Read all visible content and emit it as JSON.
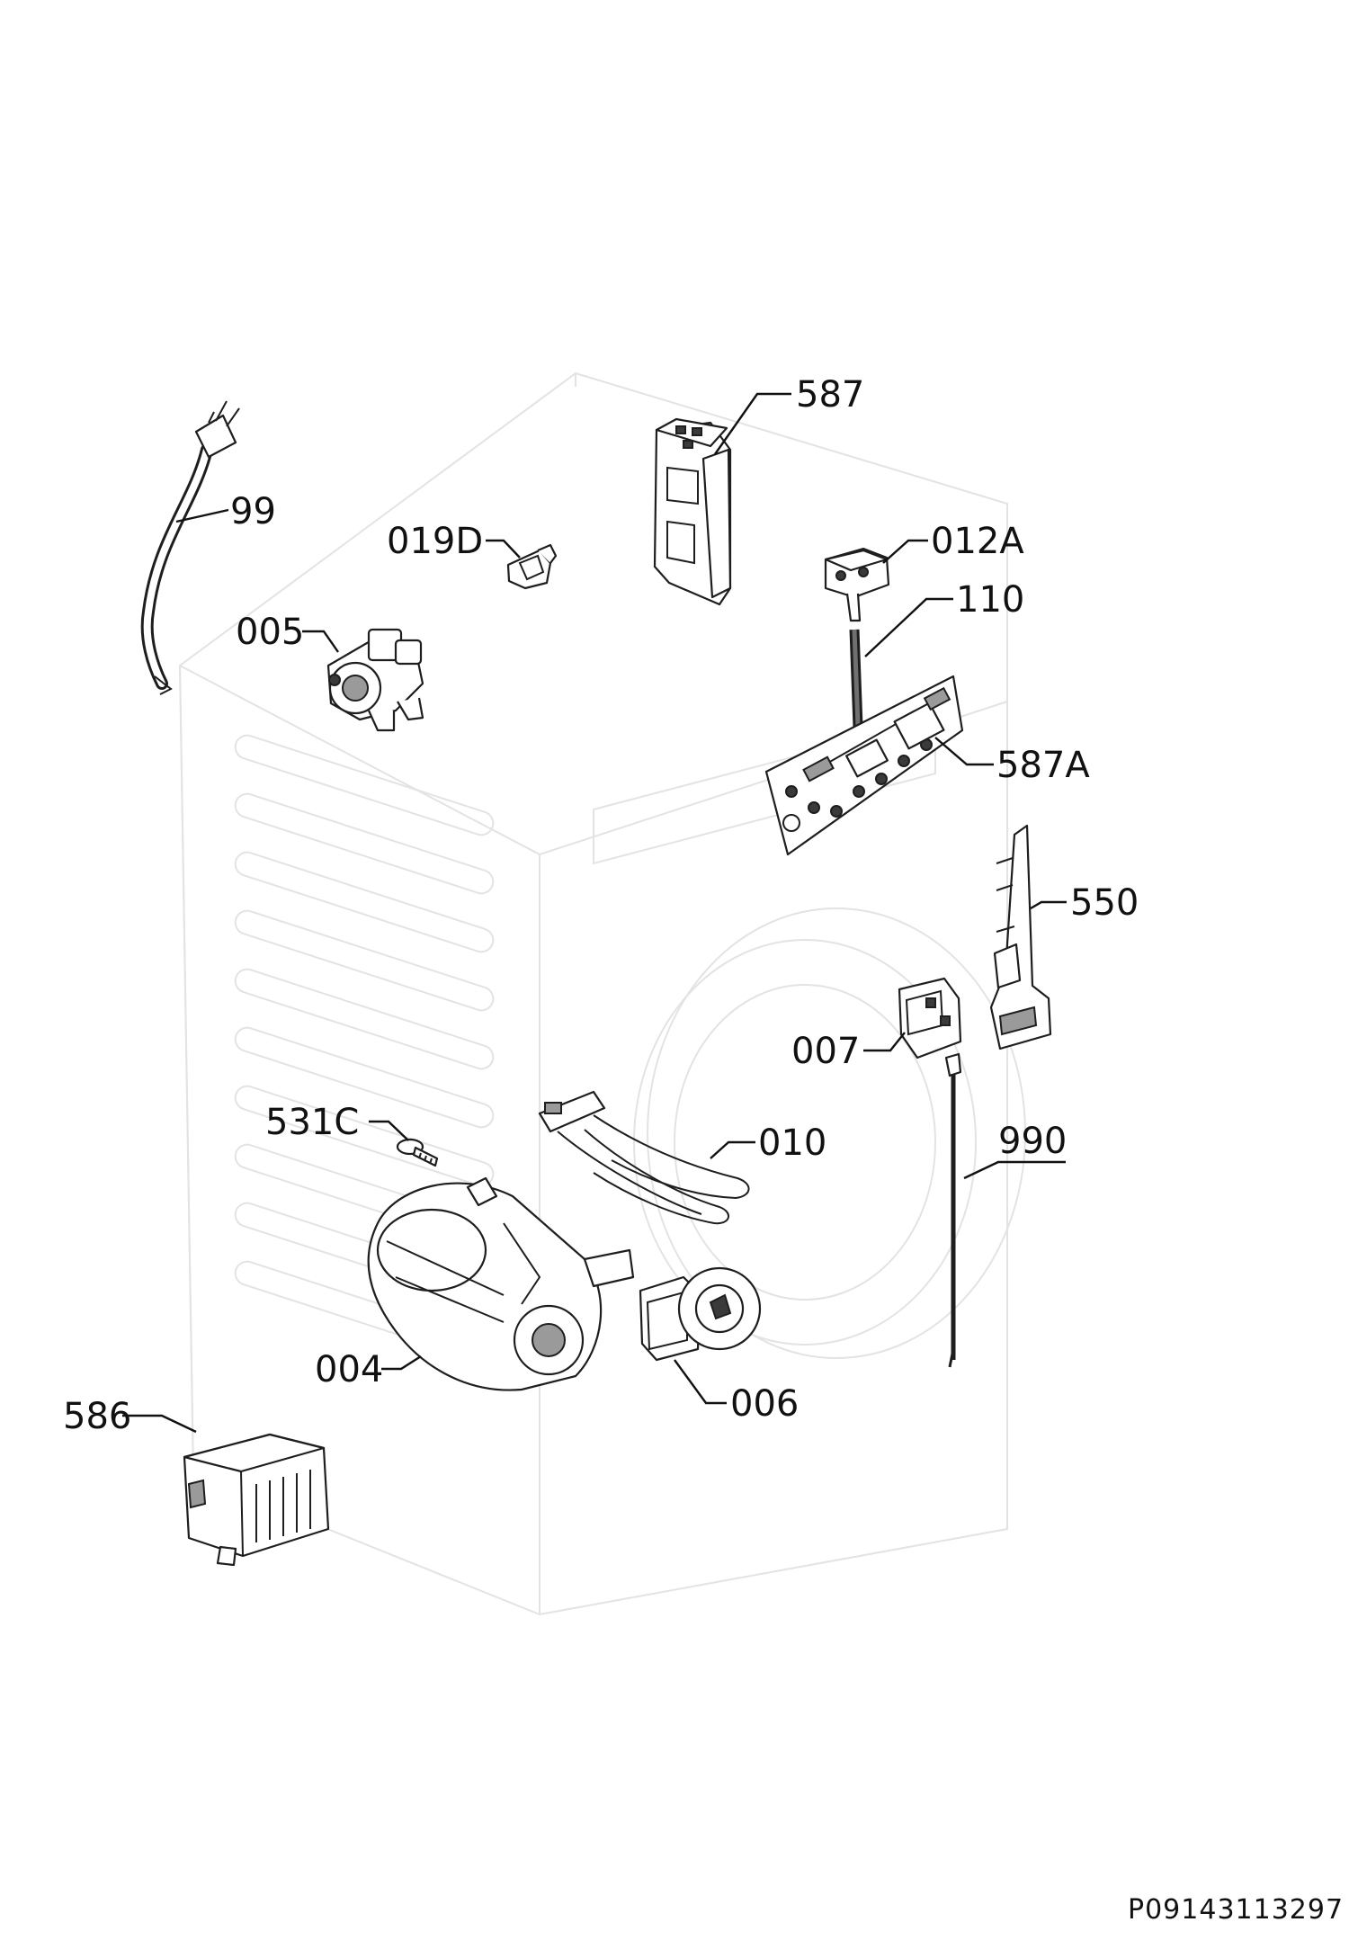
{
  "callouts": {
    "c587": "587",
    "c99": "99",
    "c019d": "019D",
    "c012a": "012A",
    "c110": "110",
    "c005": "005",
    "c587a": "587A",
    "c550": "550",
    "c007": "007",
    "c531c": "531C",
    "c010": "010",
    "c990": "990",
    "c004": "004",
    "c006": "006",
    "c586": "586"
  },
  "document_number": "P09143113297",
  "colors": {
    "line": "#1e1e1e",
    "ghost": "#e3e3e3",
    "background": "#ffffff"
  }
}
